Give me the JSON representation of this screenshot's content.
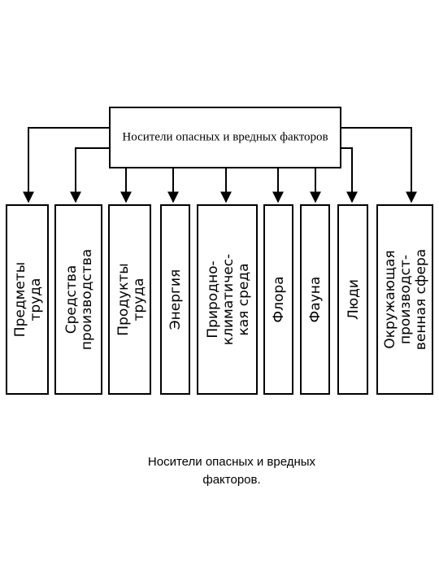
{
  "diagram": {
    "root": "Носители опасных и вредных факторов",
    "children": [
      {
        "id": "predmety",
        "lines": [
          "Предметы",
          "труда"
        ]
      },
      {
        "id": "sredstva",
        "lines": [
          "Средства",
          "производства"
        ]
      },
      {
        "id": "produkty",
        "lines": [
          "Продукты",
          "труда"
        ]
      },
      {
        "id": "energiya",
        "lines": [
          "Энергия"
        ]
      },
      {
        "id": "prirodno",
        "lines": [
          "Природно-",
          "климатичес-",
          "кая среда"
        ]
      },
      {
        "id": "flora",
        "lines": [
          "Флора"
        ]
      },
      {
        "id": "fauna",
        "lines": [
          "Фауна"
        ]
      },
      {
        "id": "lyudi",
        "lines": [
          "Люди"
        ]
      },
      {
        "id": "okruzh",
        "lines": [
          "Окружающая",
          "производст-",
          "венная сфера"
        ]
      }
    ]
  },
  "caption": {
    "line1": "Носители опасных и вредных",
    "line2": "факторов."
  }
}
